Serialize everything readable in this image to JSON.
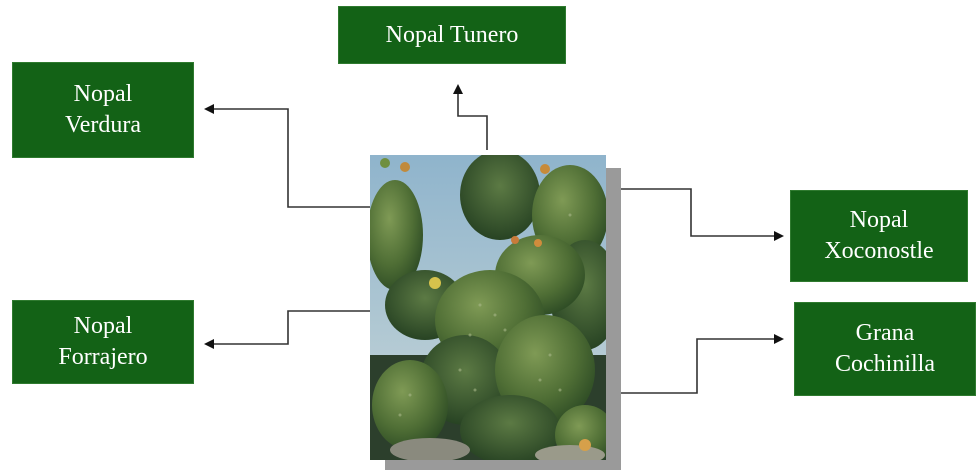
{
  "center_image": {
    "icon": "nopal-cactus-photo"
  },
  "nodes": {
    "tunero": {
      "lines": [
        "Nopal Tunero"
      ]
    },
    "verdura": {
      "lines": [
        "Nopal",
        "Verdura"
      ]
    },
    "forrajero": {
      "lines": [
        "Nopal",
        "Forrajero"
      ]
    },
    "xoconostle": {
      "lines": [
        "Nopal",
        "Xoconostle"
      ]
    },
    "grana": {
      "lines": [
        "Grana",
        "Cochinilla"
      ]
    }
  },
  "colors": {
    "box_fill": "#136216",
    "box_text": "#ffffff",
    "connector": "#333333"
  }
}
